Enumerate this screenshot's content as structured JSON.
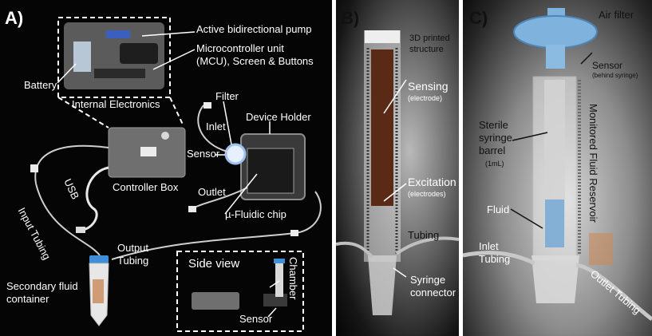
{
  "panels": {
    "a": {
      "label": "A)",
      "active_pump": "Active bidirectional pump",
      "mcu_line1": "Microcontroller unit",
      "mcu_line2": "(MCU), Screen & Buttons",
      "battery": "Battery",
      "internal_electronics": "Internal Electronics",
      "filter": "Filter",
      "inlet": "Inlet",
      "device_holder": "Device Holder",
      "sensor": "Sensor",
      "usb": "USB",
      "controller_box": "Controller Box",
      "outlet": "Outlet",
      "input_tubing": "Input Tubing",
      "chip": "µ-Fluidic chip",
      "output_line1": "Output",
      "output_line2": "Tubing",
      "side_view": "Side view",
      "chamber": "Chamber",
      "secondary_line1": "Secondary fluid",
      "secondary_line2": "container",
      "side_sensor": "Sensor"
    },
    "b": {
      "label": "B)",
      "printed_line1": "3D printed",
      "printed_line2": "structure",
      "sensing": "Sensing",
      "sensing_sub": "(electrode)",
      "excitation": "Excitation",
      "excitation_sub": "(electrodes)",
      "tubing": "Tubing",
      "syringe_line1": "Syringe",
      "syringe_line2": "connector"
    },
    "c": {
      "label": "C)",
      "air_filter": "Air filter",
      "sensor": "Sensor",
      "sensor_sub": "(behind syringe)",
      "sterile_line1": "Sterile",
      "sterile_line2": "syringe",
      "sterile_line3": "barrel",
      "sterile_sub": "(1mL)",
      "reservoir": "Monitored Fluid Reservoir",
      "fluid": "Fluid",
      "inlet_line1": "Inlet",
      "inlet_line2": "Tubing",
      "outlet_tubing": "Outlet Tubing"
    }
  },
  "colors": {
    "label_white": "#ffffff",
    "label_black": "#111111",
    "filter_blue": "#7fb2dc",
    "cap_blue": "#3f8fd8",
    "electrode_brown": "#5b2a16"
  }
}
